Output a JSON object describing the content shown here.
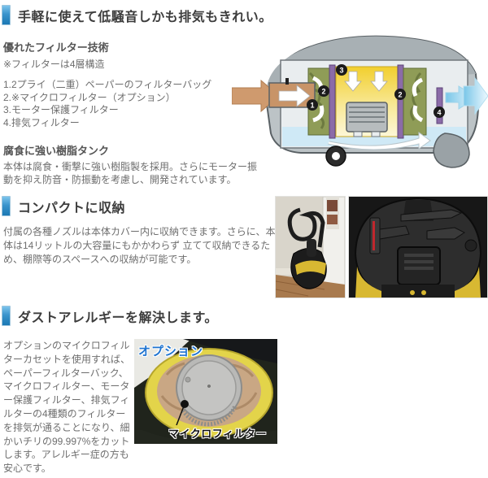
{
  "colors": {
    "accent_bar_top": "#7cc4ec",
    "accent_bar_bottom": "#1b78b4",
    "heading_text": "#3d3d3d",
    "subheading_text": "#555555",
    "body_text": "#6e6e6e",
    "option_label_blue": "#1f74d0",
    "inlet_arrow_brown": "#cf9a6e",
    "exhaust_arrow_blue": "#8fd0ec",
    "vacuum_yellow": "#e9c93c"
  },
  "sections": [
    {
      "title": "手軽に使えて低騒音しかも排気もきれい。",
      "subsections": [
        {
          "heading": "優れたフィルター技術",
          "note": "※フィルターは4層構造",
          "list": [
            "1.2プライ（二重）ペーパーのフィルターバッグ",
            "2.※マイクロフィルター（オプション）",
            "3.モーター保護フィルター",
            "4.排気フィルター"
          ]
        },
        {
          "heading": "腐食に強い樹脂タンク",
          "body": "本体は腐食・衝撃に強い樹脂製を採用。さらにモーター振動を抑え防音・防振動を考慮し、開発されています。"
        }
      ],
      "diagram_numbers": [
        "1",
        "2",
        "3",
        "2",
        "4"
      ]
    },
    {
      "title": "コンパクトに収納",
      "body": "付属の各種ノズルは本体カバー内に収納できます。さらに、本体は14リットルの大容量にもかかわらず 立てて収納できるため、棚際等のスペースへの収納が可能です。"
    },
    {
      "title": "ダストアレルギーを解決します。",
      "body": "オプションのマイクロフィルターカセットを使用すれば、ペーパーフィルターバック、マイクロフィルター、モーター保護フィルター、排気フィルターの4種類のフィルターを排気が通ることになり、細かいチリの99.997%をカットします。アレルギー症の方も安心です。",
      "photo_labels": {
        "option": "オプション",
        "micro_filter": "マイクロフィルター"
      }
    }
  ]
}
